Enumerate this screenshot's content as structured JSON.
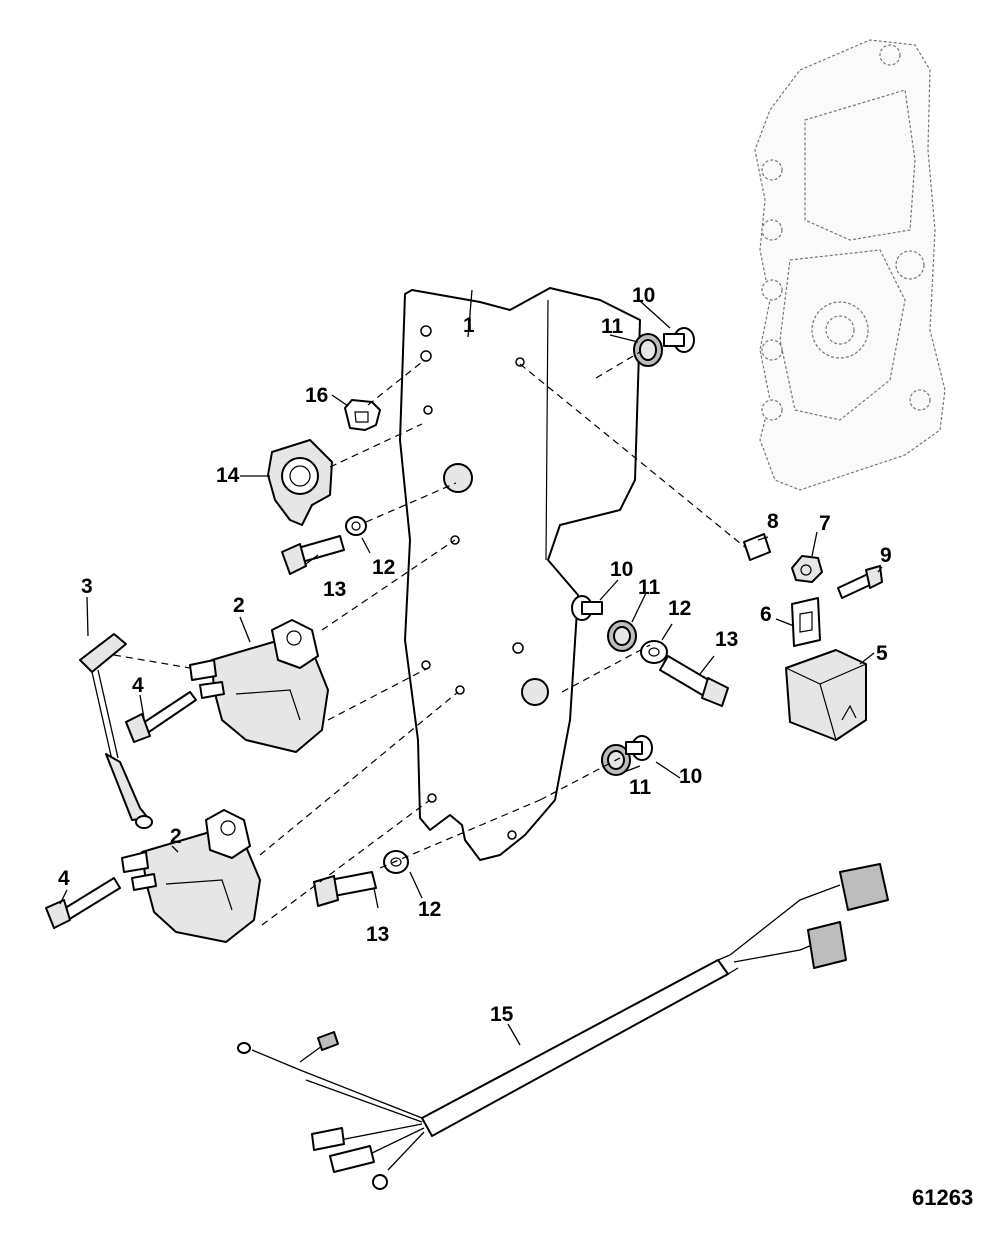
{
  "diagram_ref": "61263",
  "callouts": [
    {
      "id": "c1",
      "label": "1"
    },
    {
      "id": "c2a",
      "label": "2"
    },
    {
      "id": "c2b",
      "label": "2"
    },
    {
      "id": "c3",
      "label": "3"
    },
    {
      "id": "c4a",
      "label": "4"
    },
    {
      "id": "c4b",
      "label": "4"
    },
    {
      "id": "c5",
      "label": "5"
    },
    {
      "id": "c6",
      "label": "6"
    },
    {
      "id": "c7",
      "label": "7"
    },
    {
      "id": "c8",
      "label": "8"
    },
    {
      "id": "c9",
      "label": "9"
    },
    {
      "id": "c10a",
      "label": "10"
    },
    {
      "id": "c10b",
      "label": "10"
    },
    {
      "id": "c10c",
      "label": "10"
    },
    {
      "id": "c11a",
      "label": "11"
    },
    {
      "id": "c11b",
      "label": "11"
    },
    {
      "id": "c11c",
      "label": "11"
    },
    {
      "id": "c12a",
      "label": "12"
    },
    {
      "id": "c12b",
      "label": "12"
    },
    {
      "id": "c12c",
      "label": "12"
    },
    {
      "id": "c13a",
      "label": "13"
    },
    {
      "id": "c13b",
      "label": "13"
    },
    {
      "id": "c13c",
      "label": "13"
    },
    {
      "id": "c14",
      "label": "14"
    },
    {
      "id": "c15",
      "label": "15"
    },
    {
      "id": "c16",
      "label": "16"
    }
  ]
}
